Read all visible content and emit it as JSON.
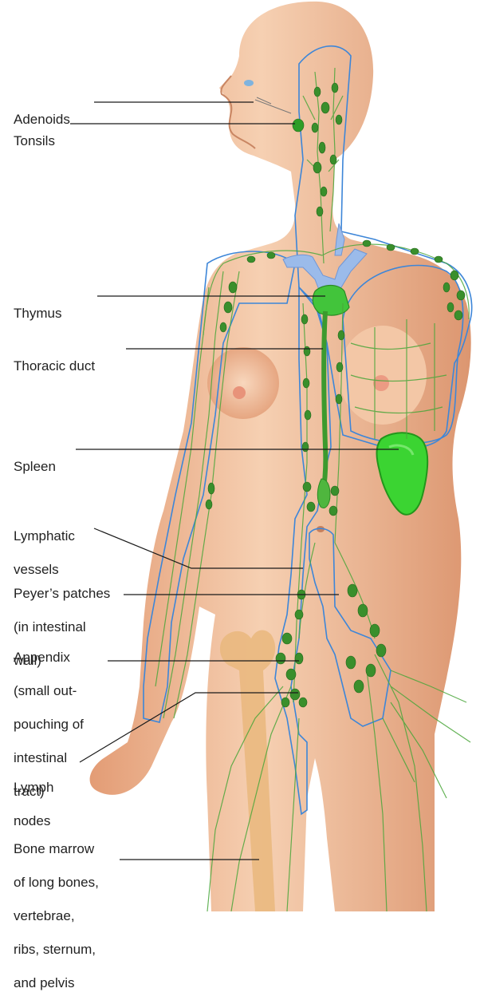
{
  "colors": {
    "skin_light": "#f6d0b2",
    "skin_mid": "#e9a983",
    "skin_shadow": "#d58f6a",
    "lymph_green": "#3f9a2f",
    "lymph_light": "#7cc862",
    "node_dark": "#2e7d22",
    "outline_blue": "#3d86d8",
    "vein_blue": "#8fb0e6",
    "spleen_green": "#39d12f",
    "bone": "#e8b778",
    "leader_line": "#1a1a1a",
    "text": "#222222"
  },
  "labels": {
    "adenoids": [
      "Adenoids"
    ],
    "tonsils": [
      "Tonsils"
    ],
    "thymus": [
      "Thymus"
    ],
    "thoracic_duct": [
      "Thoracic duct"
    ],
    "spleen": [
      "Spleen"
    ],
    "lymphatic_vessels": [
      "Lymphatic",
      "vessels"
    ],
    "peyers_patches": [
      "Peyer’s patches",
      "(in intestinal",
      "wall)"
    ],
    "appendix": [
      "Appendix",
      "(small out-",
      "pouching of",
      "intestinal",
      "tract)"
    ],
    "lymph_nodes": [
      "Lymph",
      "nodes"
    ],
    "bone_marrow": [
      "Bone marrow",
      "of long bones,",
      "vertebrae,",
      "ribs, sternum,",
      "and pelvis"
    ]
  }
}
